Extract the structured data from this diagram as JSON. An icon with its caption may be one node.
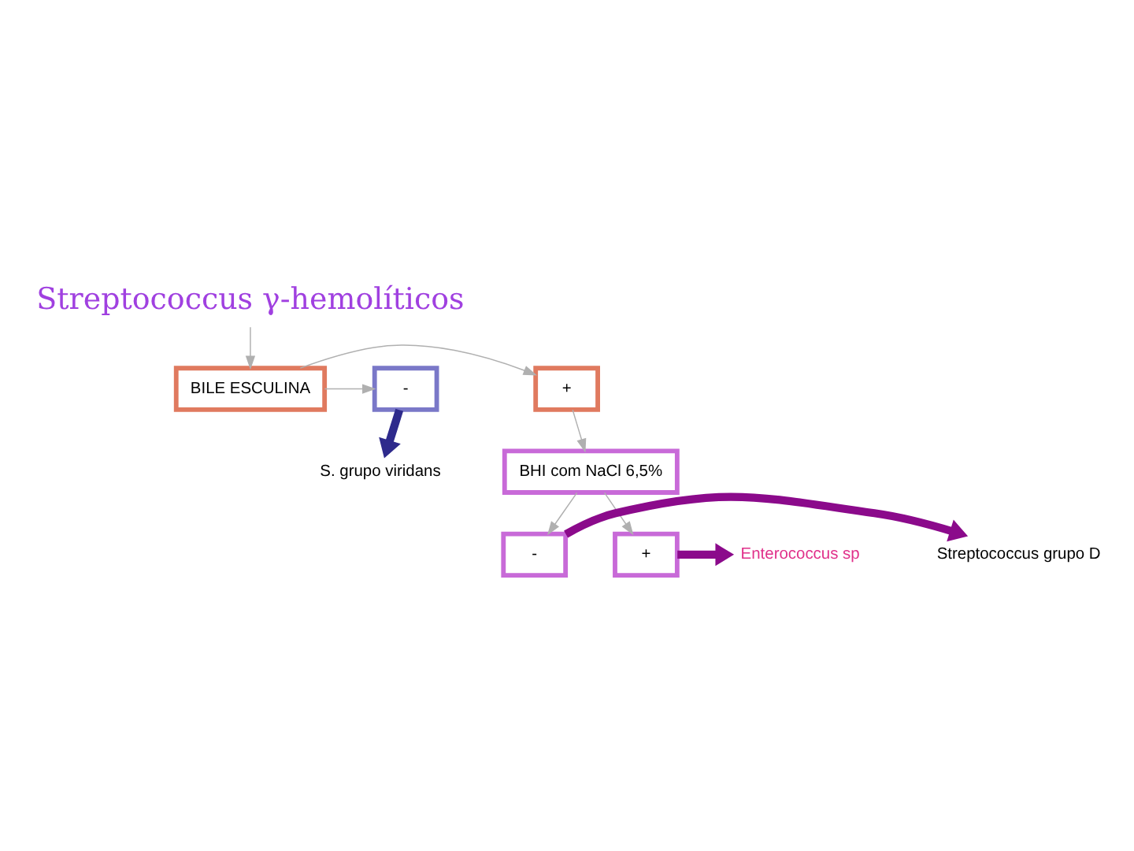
{
  "diagram": {
    "nodes": [
      {
        "text": [
          "Streptococcus γ-hemolíticos"
        ]
      },
      {
        "text": [
          "BILE ESCULINA"
        ]
      },
      {
        "text": [
          "+"
        ]
      },
      {
        "text": [
          "-"
        ]
      },
      {
        "text": [
          "S. grupo viridans"
        ]
      },
      {
        "text": [
          "BHI com NaCl 6,5%"
        ]
      },
      {
        "text": [
          "+"
        ]
      },
      {
        "text": [
          "Enterococcus sp"
        ]
      },
      {
        "text": [
          "-"
        ]
      },
      {
        "text": [
          "Streptococcus grupo D"
        ]
      }
    ],
    "edges": [
      {
        "from": 0,
        "to": 1,
        "arrow": "to"
      },
      {
        "from": 1,
        "to": 2,
        "arrow": "to"
      },
      {
        "from": 1,
        "to": 3,
        "arrow": "to"
      },
      {
        "from": 3,
        "to": 4,
        "arrow": "to",
        "style": "thick",
        "color": "#2e2a8c"
      },
      {
        "from": 2,
        "to": 5,
        "arrow": "to"
      },
      {
        "from": 5,
        "to": 6,
        "arrow": "to"
      },
      {
        "from": 6,
        "to": 7,
        "arrow": "to",
        "style": "thick",
        "color": "#8b0a8b"
      },
      {
        "from": 5,
        "to": 8,
        "arrow": "to"
      },
      {
        "from": 8,
        "to": 9,
        "arrow": "to",
        "style": "thick",
        "color": "#8b0a8b"
      }
    ]
  }
}
